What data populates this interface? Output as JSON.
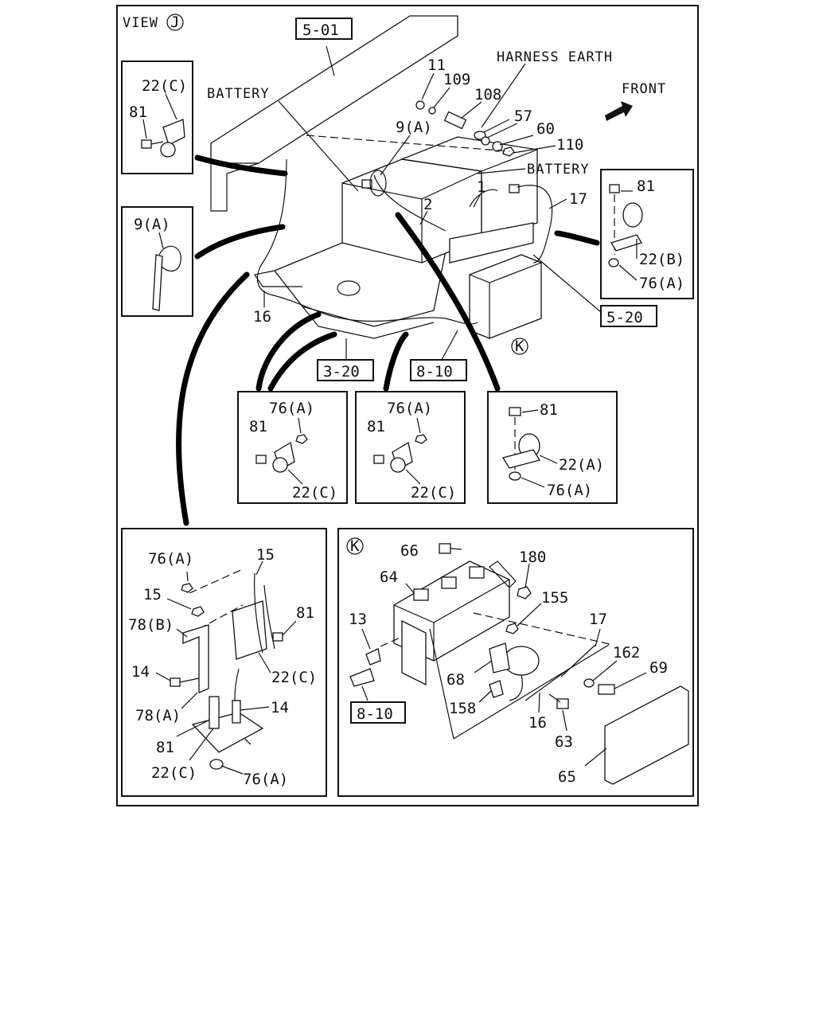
{
  "view_title": "VIEW",
  "view_marker": "J",
  "callouts": {
    "ref_501": "5-01",
    "ref_520": "5-20",
    "ref_320": "3-20",
    "ref_810_top": "8-10",
    "ref_810_k": "8-10",
    "k_marker_main": "K",
    "k_marker_panel": "K"
  },
  "text_labels": {
    "battery_left": "BATTERY",
    "battery_right": "BATTERY",
    "harness_earth": "HARNESS EARTH",
    "front": "FRONT"
  },
  "main_labels": [
    "11",
    "109",
    "108",
    "57",
    "60",
    "110",
    "9(A)",
    "1",
    "2",
    "17",
    "16"
  ],
  "panel_tl": [
    "22(C)",
    "81"
  ],
  "panel_ml": [
    "9(A)"
  ],
  "panel_r": [
    "81",
    "22(B)",
    "76(A)"
  ],
  "panel_b1": [
    "76(A)",
    "81",
    "22(C)"
  ],
  "panel_b2": [
    "76(A)",
    "81",
    "22(C)"
  ],
  "panel_b3": [
    "81",
    "22(A)",
    "76(A)"
  ],
  "panel_bl": [
    "76(A)",
    "15",
    "15",
    "78(B)",
    "81",
    "14",
    "22(C)",
    "78(A)",
    "14",
    "81",
    "22(C)",
    "76(A)"
  ],
  "panel_k": [
    "66",
    "180",
    "64",
    "155",
    "13",
    "17",
    "162",
    "69",
    "68",
    "158",
    "16",
    "63",
    "65"
  ]
}
